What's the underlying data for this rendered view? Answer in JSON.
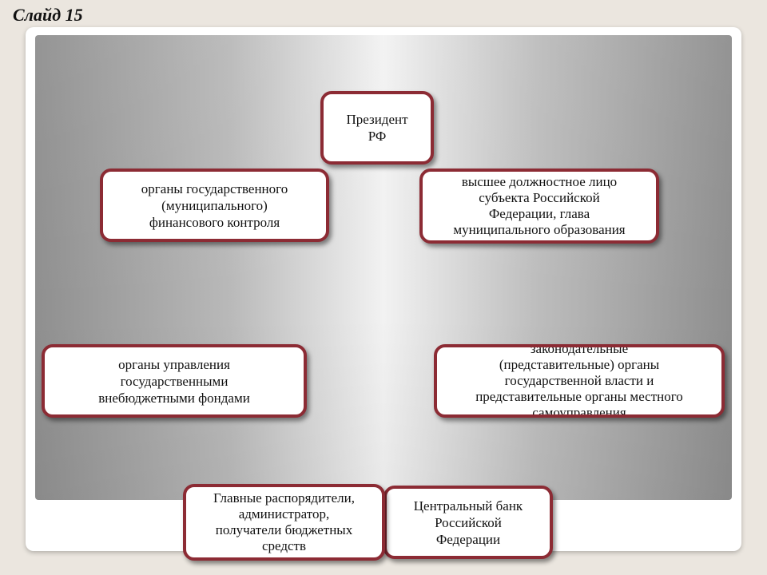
{
  "slide": {
    "label": "Слайд 15"
  },
  "diagram": {
    "president": "Президент\nРФ",
    "financial_control": "органы государственного\n(муниципального)\nфинансового контроля",
    "highest_official": "высшее должностное лицо\nсубъекта Российской\nФедерации, глава\nмуниципального образования",
    "extrabudgetary_funds": "органы управления\nгосударственными\nвнебюджетными фондами",
    "legislative_bodies": "законодательные\n(представительные) органы\nгосударственной власти и\nпредставительные органы местного\nсамоуправления",
    "budget_managers": "Главные распорядители,\nадминистратор,\nполучатели бюджетных\nсредств",
    "central_bank": "Центральный банк\nРоссийской\nФедерации"
  },
  "colors": {
    "box_border": "#8c2b34",
    "box_fill": "#ffffff",
    "page_background": "#ebe6df"
  }
}
